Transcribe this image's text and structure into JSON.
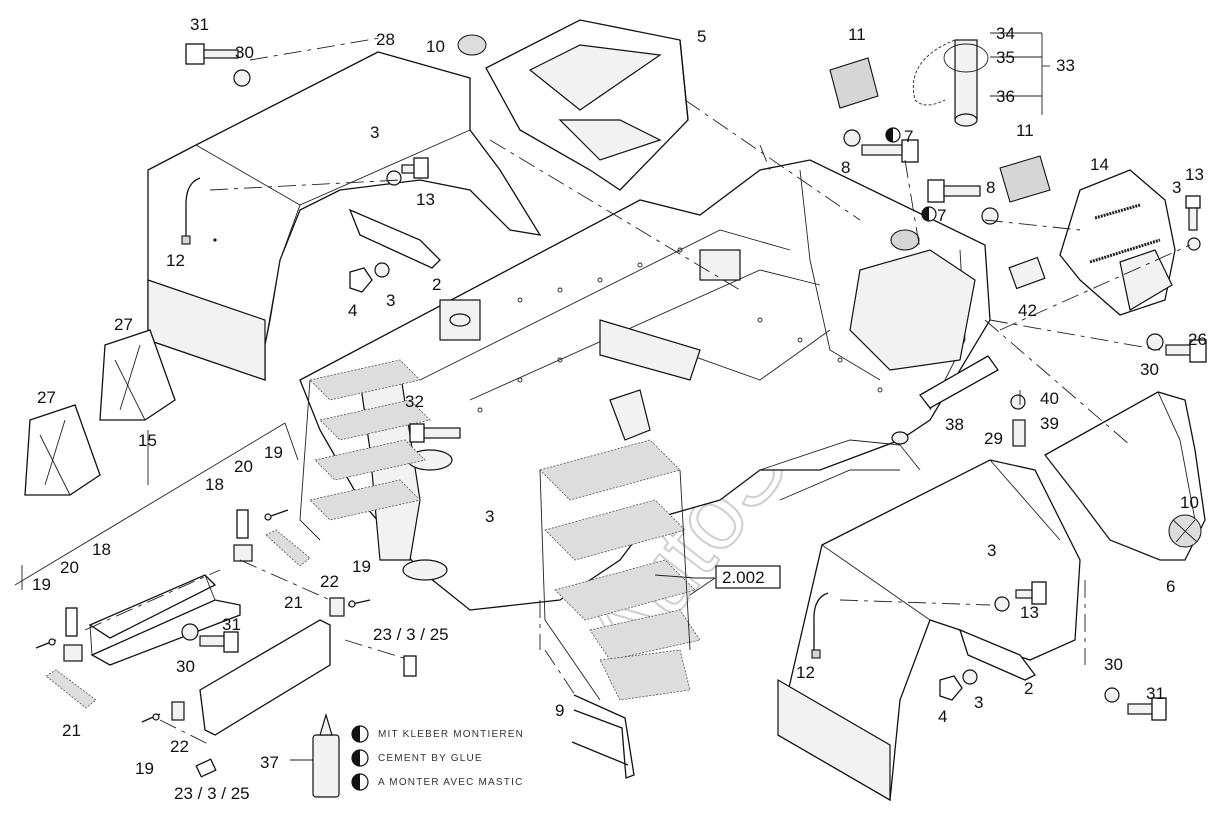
{
  "watermark": "AutoSoft",
  "callouts": {
    "c31a": "31",
    "c30a": "30",
    "c28": "28",
    "c10a": "10",
    "c5": "5",
    "c11a": "11",
    "c34": "34",
    "c35": "35",
    "c33": "33",
    "c36": "36",
    "c3a": "3",
    "c13a": "13",
    "c8a": "8",
    "c7a": "7",
    "c11b": "11",
    "c8b": "8",
    "c7b": "7",
    "c14": "14",
    "c3b": "3",
    "c13b": "13",
    "c12a": "12",
    "c2a": "2",
    "c4a": "4",
    "c3c": "3",
    "c42": "42",
    "c27a": "27",
    "c27b": "27",
    "c15": "15",
    "c32": "32",
    "c26": "26",
    "c30b": "30",
    "c40": "40",
    "c39": "39",
    "c38": "38",
    "c29": "29",
    "c19a": "19",
    "c20a": "20",
    "c18a": "18",
    "c3d": "3",
    "c10b": "10",
    "c6": "6",
    "c2002": "2.002",
    "c20b": "20",
    "c18b": "18",
    "c19b": "19",
    "c21a": "21",
    "c22a": "22",
    "c19c": "19",
    "c31b": "31",
    "c30c": "30",
    "c23a": "23 / 3 / 25",
    "c3e": "3",
    "c13c": "13",
    "c12b": "12",
    "c21b": "21",
    "c9": "9",
    "c22b": "22",
    "c19d": "19",
    "c37": "37",
    "c23b": "23 / 3 / 25",
    "c4b": "4",
    "c3f": "3",
    "c2b": "2",
    "c30d": "30",
    "c31c": "31"
  },
  "legend": {
    "de": "MIT KLEBER MONTIEREN",
    "en": "CEMENT BY GLUE",
    "fr": "A MONTER AVEC MASTIC"
  }
}
